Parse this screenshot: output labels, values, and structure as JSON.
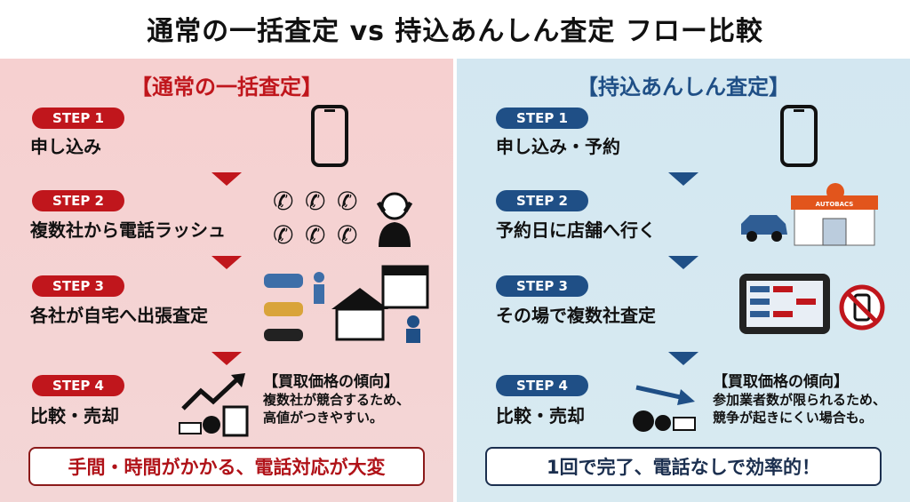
{
  "title": "通常の一括査定 vs 持込あんしん査定 フロー比較",
  "left": {
    "header": "【通常の一括査定】",
    "steps": [
      {
        "badge": "STEP 1",
        "label": "申し込み"
      },
      {
        "badge": "STEP 2",
        "label": "複数社から電話ラッシュ"
      },
      {
        "badge": "STEP 3",
        "label": "各社が自宅へ出張査定"
      },
      {
        "badge": "STEP 4",
        "label": "比較・売却"
      }
    ],
    "tendency_title": "【買取価格の傾向】",
    "tendency_text": [
      "複数社が競合するため、",
      "高値がつきやすい。"
    ],
    "summary": "手間・時間がかかる、電話対応が大変",
    "accent": "#c0161c"
  },
  "right": {
    "header": "【持込あんしん査定】",
    "steps": [
      {
        "badge": "STEP 1",
        "label": "申し込み・予約"
      },
      {
        "badge": "STEP 2",
        "label": "予約日に店舗へ行く"
      },
      {
        "badge": "STEP 3",
        "label": "その場で複数社査定"
      },
      {
        "badge": "STEP 4",
        "label": "比較・売却"
      }
    ],
    "store_sign": "AUTOBACS",
    "tendency_title": "【買取価格の傾向】",
    "tendency_text": [
      "参加業者数が限られるため、",
      "競争が起きにくい場合も。"
    ],
    "summary": "1回で完了、電話なしで効率的！",
    "accent": "#1f4f86"
  }
}
